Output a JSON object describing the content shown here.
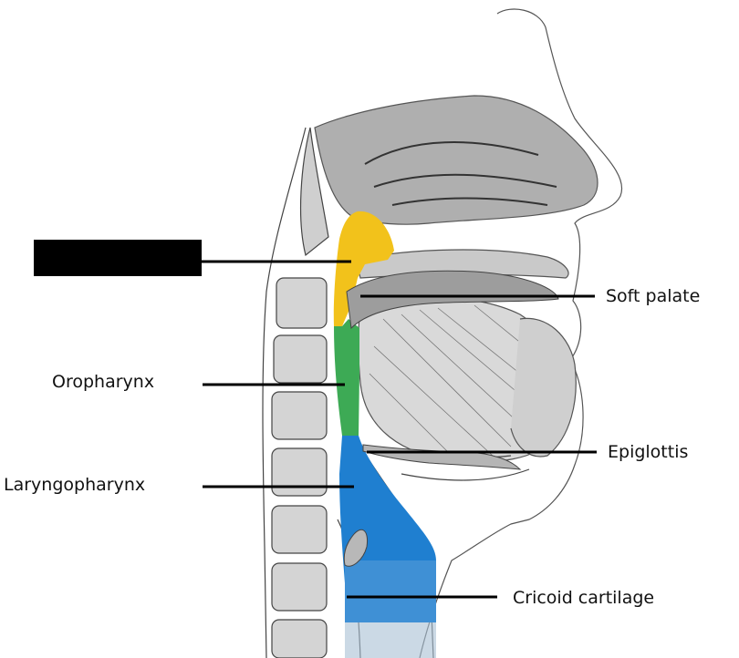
{
  "labels": {
    "soft_palate": "Soft palate",
    "oropharynx": "Oropharynx",
    "epiglottis": "Epiglottis",
    "laryngopharynx": "Laryngopharynx",
    "cricoid_cartilage": "Cricoid cartilage"
  },
  "colors": {
    "nasopharynx_region": "#F2C21B",
    "oropharynx_region": "#3DAA55",
    "laryngopharynx_region": "#1F7FD0",
    "laryngopharynx_lower": "#5A9FD8",
    "redaction_box": "#000000",
    "leader_line": "#000000"
  }
}
